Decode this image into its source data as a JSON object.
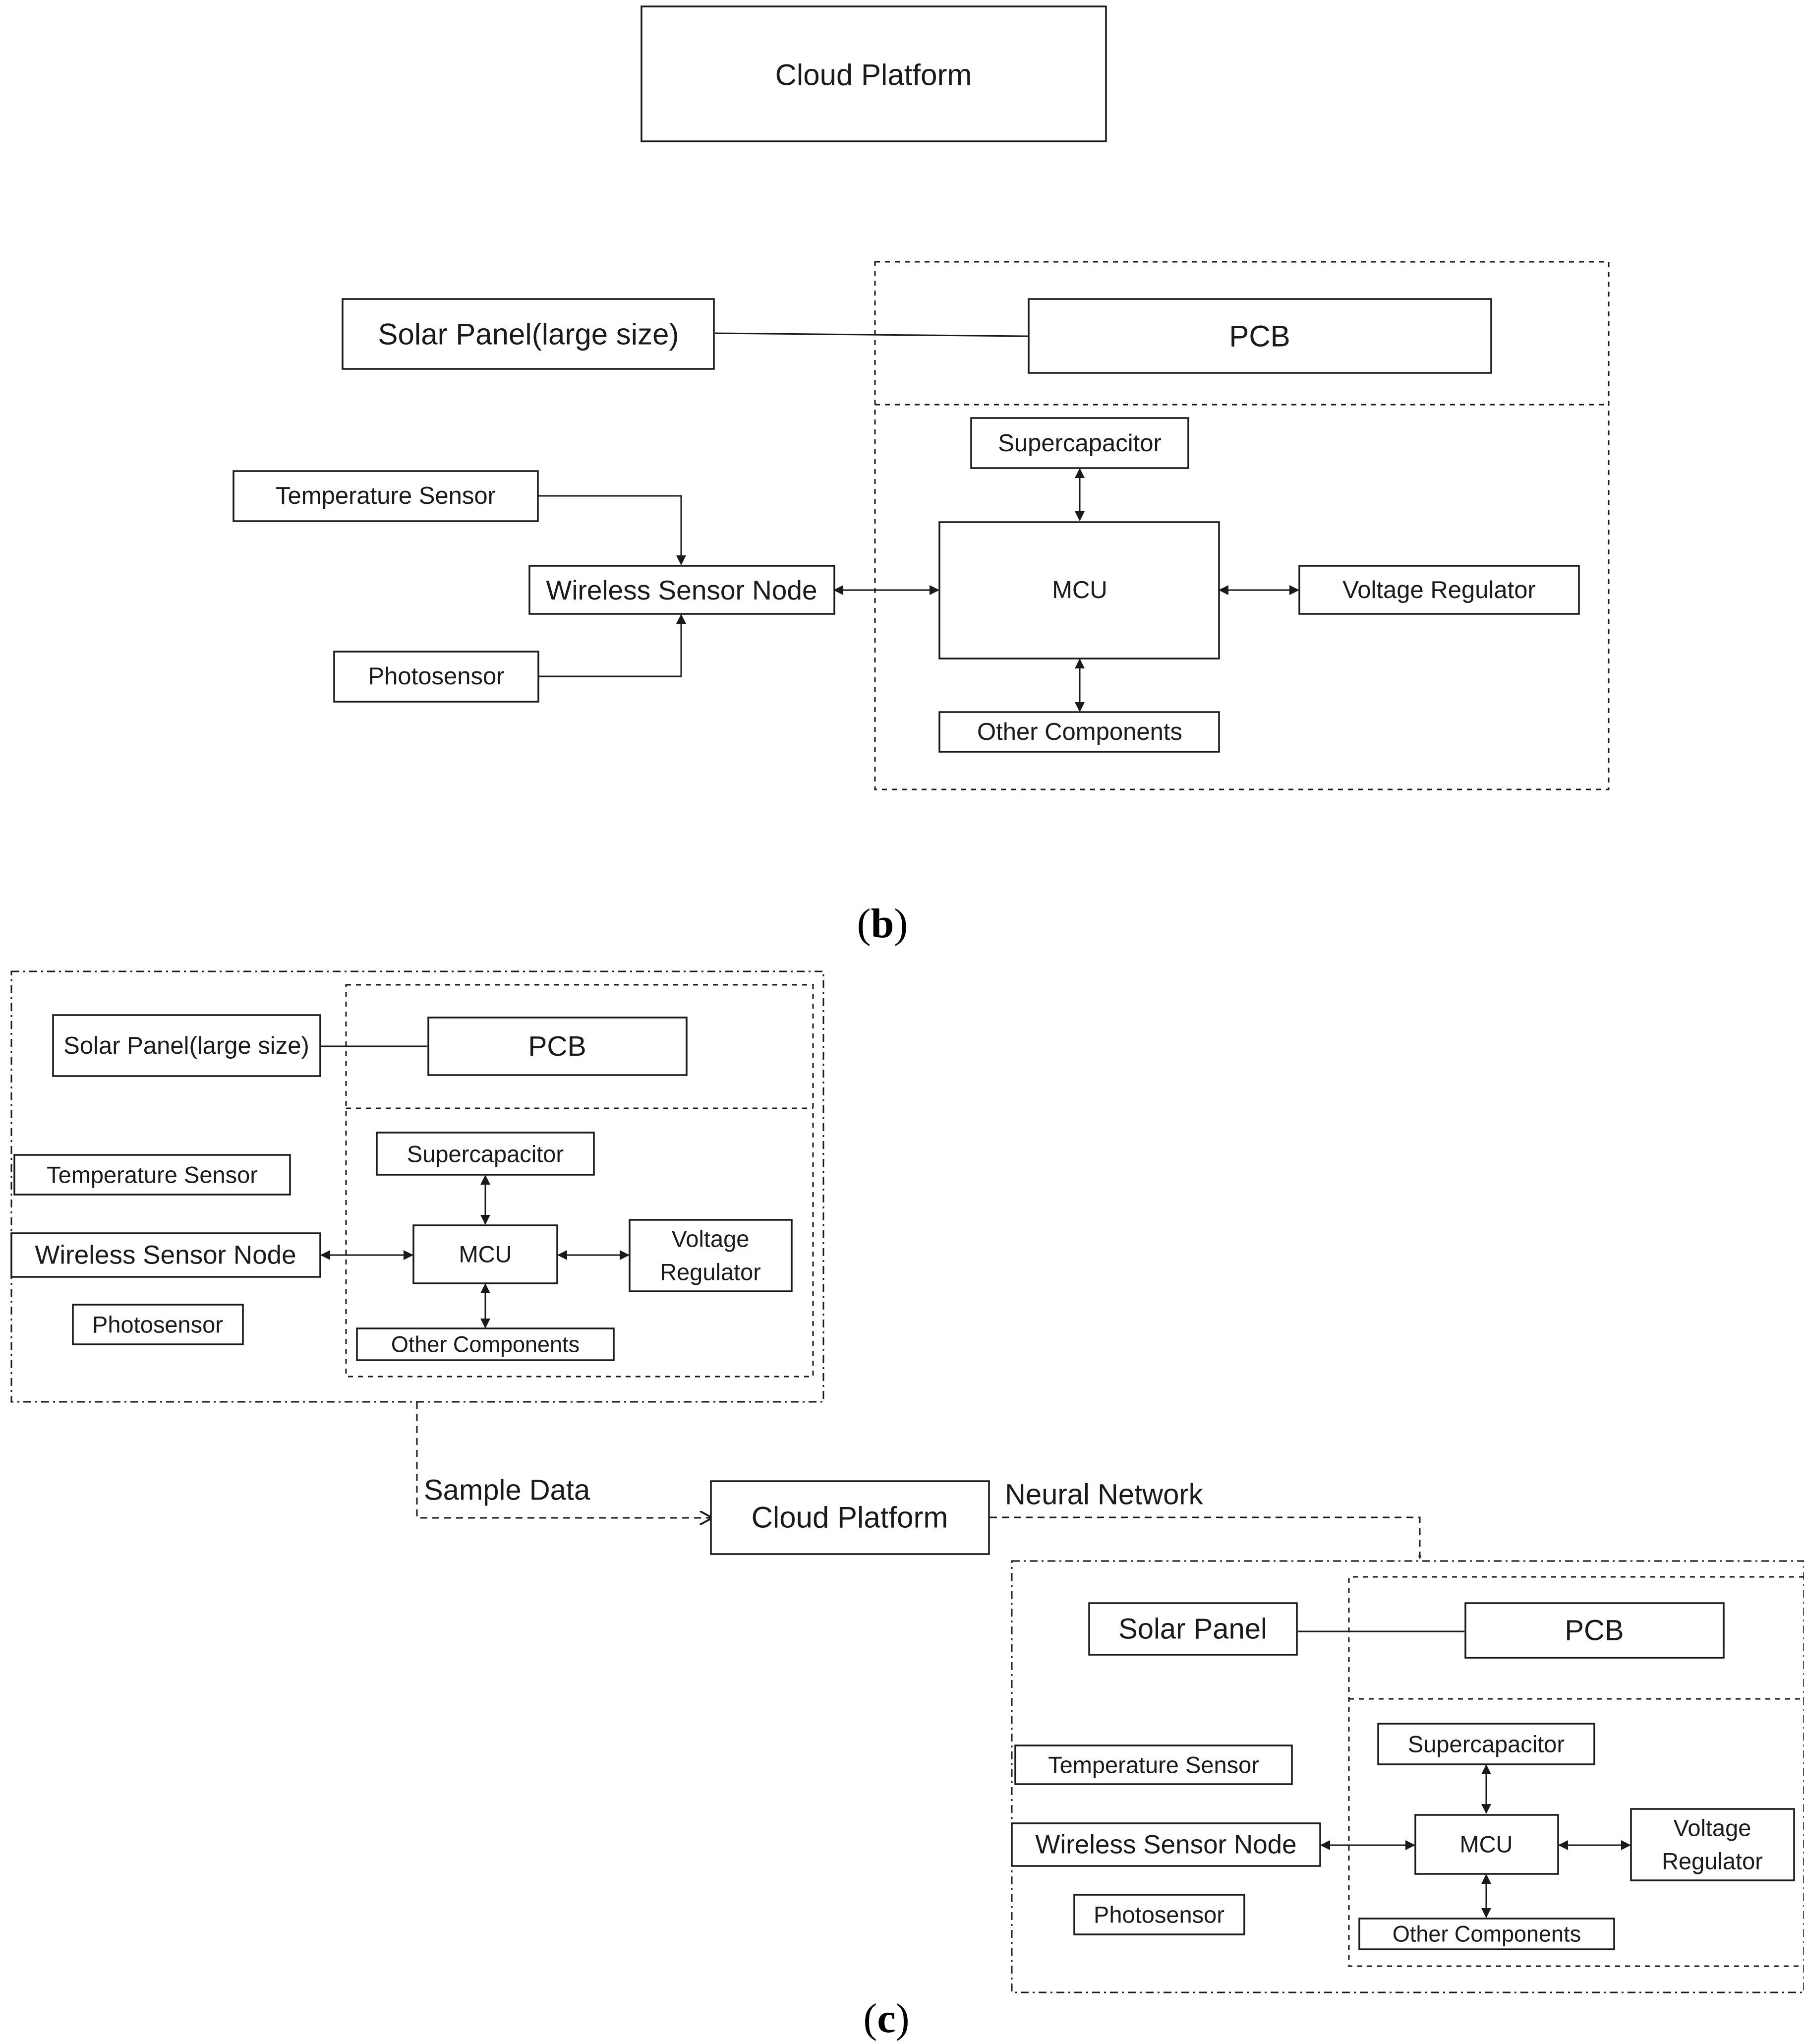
{
  "top": {
    "cloud_platform": "Cloud Platform"
  },
  "panel_b": {
    "solar_panel": "Solar Panel(large size)",
    "pcb": "PCB",
    "supercapacitor": "Supercapacitor",
    "temperature_sensor": "Temperature Sensor",
    "wireless_sensor_node": "Wireless Sensor Node",
    "mcu": "MCU",
    "voltage_regulator": "Voltage Regulator",
    "photosensor": "Photosensor",
    "other_components": "Other Components",
    "caption_open": "(",
    "caption_letter": "b",
    "caption_close": ")"
  },
  "panel_c": {
    "left": {
      "solar_panel": "Solar Panel(large size)",
      "pcb": "PCB",
      "supercapacitor": "Supercapacitor",
      "temperature_sensor": "Temperature Sensor",
      "wireless_sensor_node": "Wireless Sensor Node",
      "mcu": "MCU",
      "voltage_line1": "Voltage",
      "voltage_line2": "Regulator",
      "photosensor": "Photosensor",
      "other_components": "Other Components"
    },
    "sample_data": "Sample Data",
    "cloud_platform": "Cloud Platform",
    "neural_network": "Neural Network",
    "right": {
      "solar_panel": "Solar Panel",
      "pcb": "PCB",
      "supercapacitor": "Supercapacitor",
      "temperature_sensor": "Temperature Sensor",
      "wireless_sensor_node": "Wireless Sensor Node",
      "mcu": "MCU",
      "voltage_line1": "Voltage",
      "voltage_line2": "Regulator",
      "photosensor": "Photosensor",
      "other_components": "Other Components"
    },
    "caption_open": "(",
    "caption_letter": "c",
    "caption_close": ")"
  }
}
